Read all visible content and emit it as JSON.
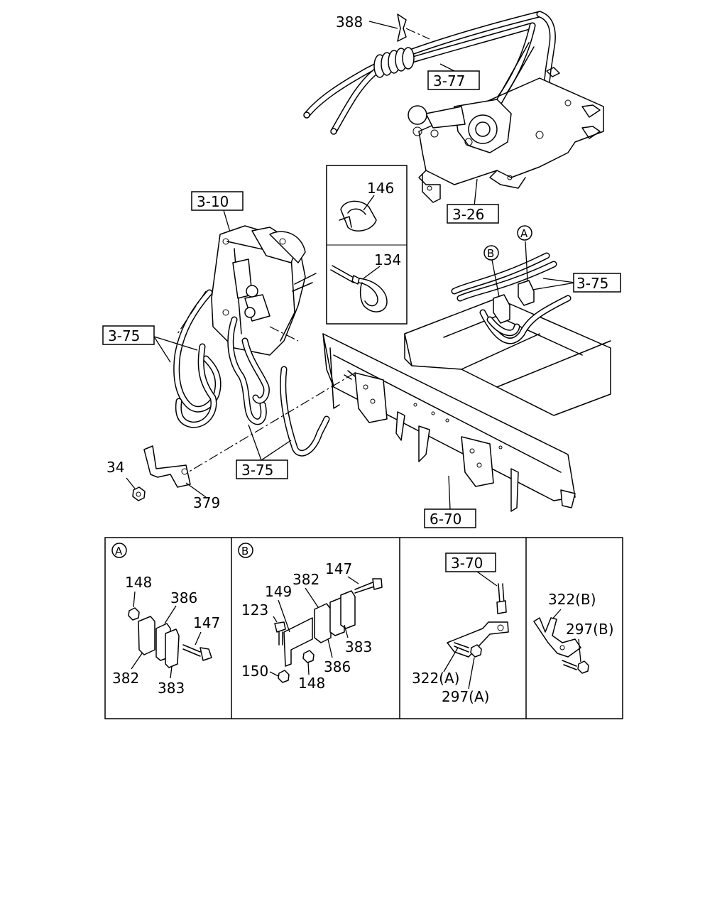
{
  "refs": {
    "r388": "388",
    "r3_77": "3-77",
    "r3_26": "3-26",
    "r3_10": "3-10",
    "r146": "146",
    "r134": "134",
    "r3_75_right": "3-75",
    "r3_75_left": "3-75",
    "r3_75_bottom": "3-75",
    "r34": "34",
    "r379": "379",
    "r6_70": "6-70",
    "circleA": "A",
    "circleB": "B"
  },
  "details": {
    "A": {
      "marker": "A",
      "r148": "148",
      "r386": "386",
      "r147": "147",
      "r382": "382",
      "r383": "383"
    },
    "B": {
      "marker": "B",
      "r382": "382",
      "r147": "147",
      "r149": "149",
      "r123": "123",
      "r383": "383",
      "r386": "386",
      "r150": "150",
      "r148": "148"
    },
    "C": {
      "r3_70": "3-70",
      "r322a": "322(A)",
      "r297a": "297(A)"
    },
    "D": {
      "r322b": "322(B)",
      "r297b": "297(B)"
    }
  }
}
